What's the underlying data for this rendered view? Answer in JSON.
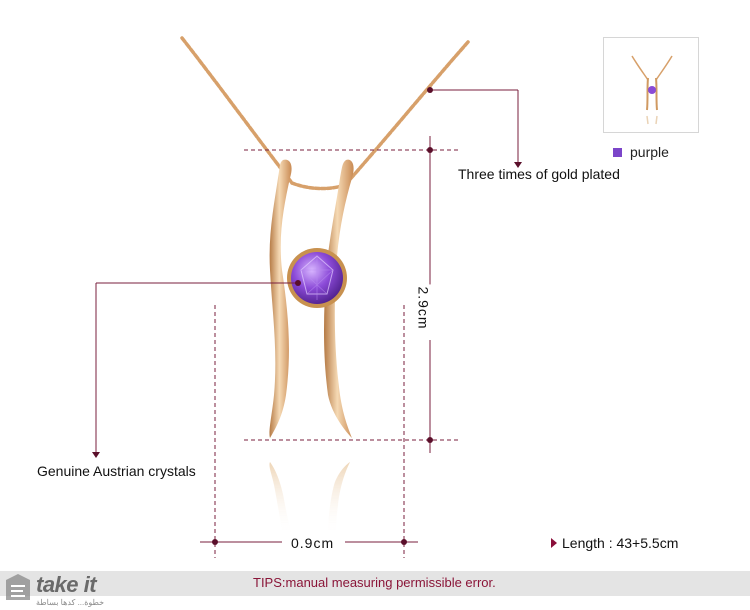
{
  "product": {
    "plating_label": "Three times of gold plated",
    "crystal_label": "Genuine Austrian crystals",
    "height_dimension": "2.9cm",
    "width_dimension": "0.9cm"
  },
  "color_option": {
    "name": "purple",
    "swatch_color": "#7b45c9"
  },
  "chain": {
    "length_text": "Length : 43+5.5cm"
  },
  "tips": {
    "text": "TIPS:manual measuring permissible error."
  },
  "watermark": {
    "brand": "take it",
    "tagline": "خطوة... كدها بساطة"
  },
  "colors": {
    "gold": "#d9a46c",
    "gold_light": "#f4d7b0",
    "gem": "#8e4fd6",
    "guide": "#7a1f3e"
  }
}
